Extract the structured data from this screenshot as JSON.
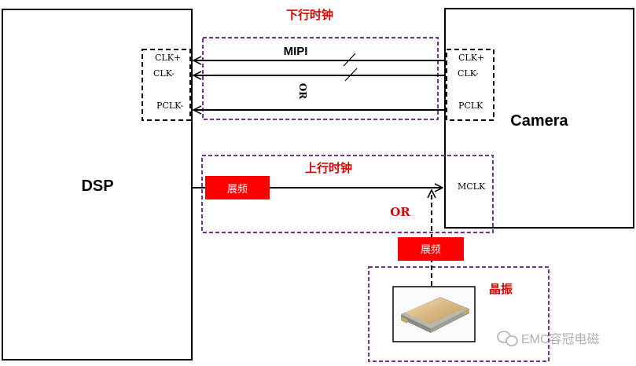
{
  "diagram": {
    "dsp_label": "DSP",
    "camera_label": "Camera",
    "downstream_clock_title": "下行时钟",
    "upstream_clock_title": "上行时钟",
    "crystal_title": "晶振",
    "mipi_label": "MIPI",
    "or_rotated": "OR",
    "or_label": "OR",
    "spread_spectrum_1": "展频",
    "spread_spectrum_2": "展频",
    "dsp_pins": [
      "CLK+",
      "CLK-",
      "PCLK-"
    ],
    "camera_pins": [
      "CLK+",
      "CLK-",
      "PCLK"
    ],
    "mclk_label": "MCLK",
    "watermark": "EMC容冠电磁",
    "colors": {
      "title_red": "#e00000",
      "badge_red": "#ff0000",
      "purple_dash": "#7030a0",
      "black": "#000000",
      "crystal_gold": "#d8b880",
      "crystal_silver": "#b8b8b0",
      "watermark_gray": "#b0b0b0"
    }
  }
}
